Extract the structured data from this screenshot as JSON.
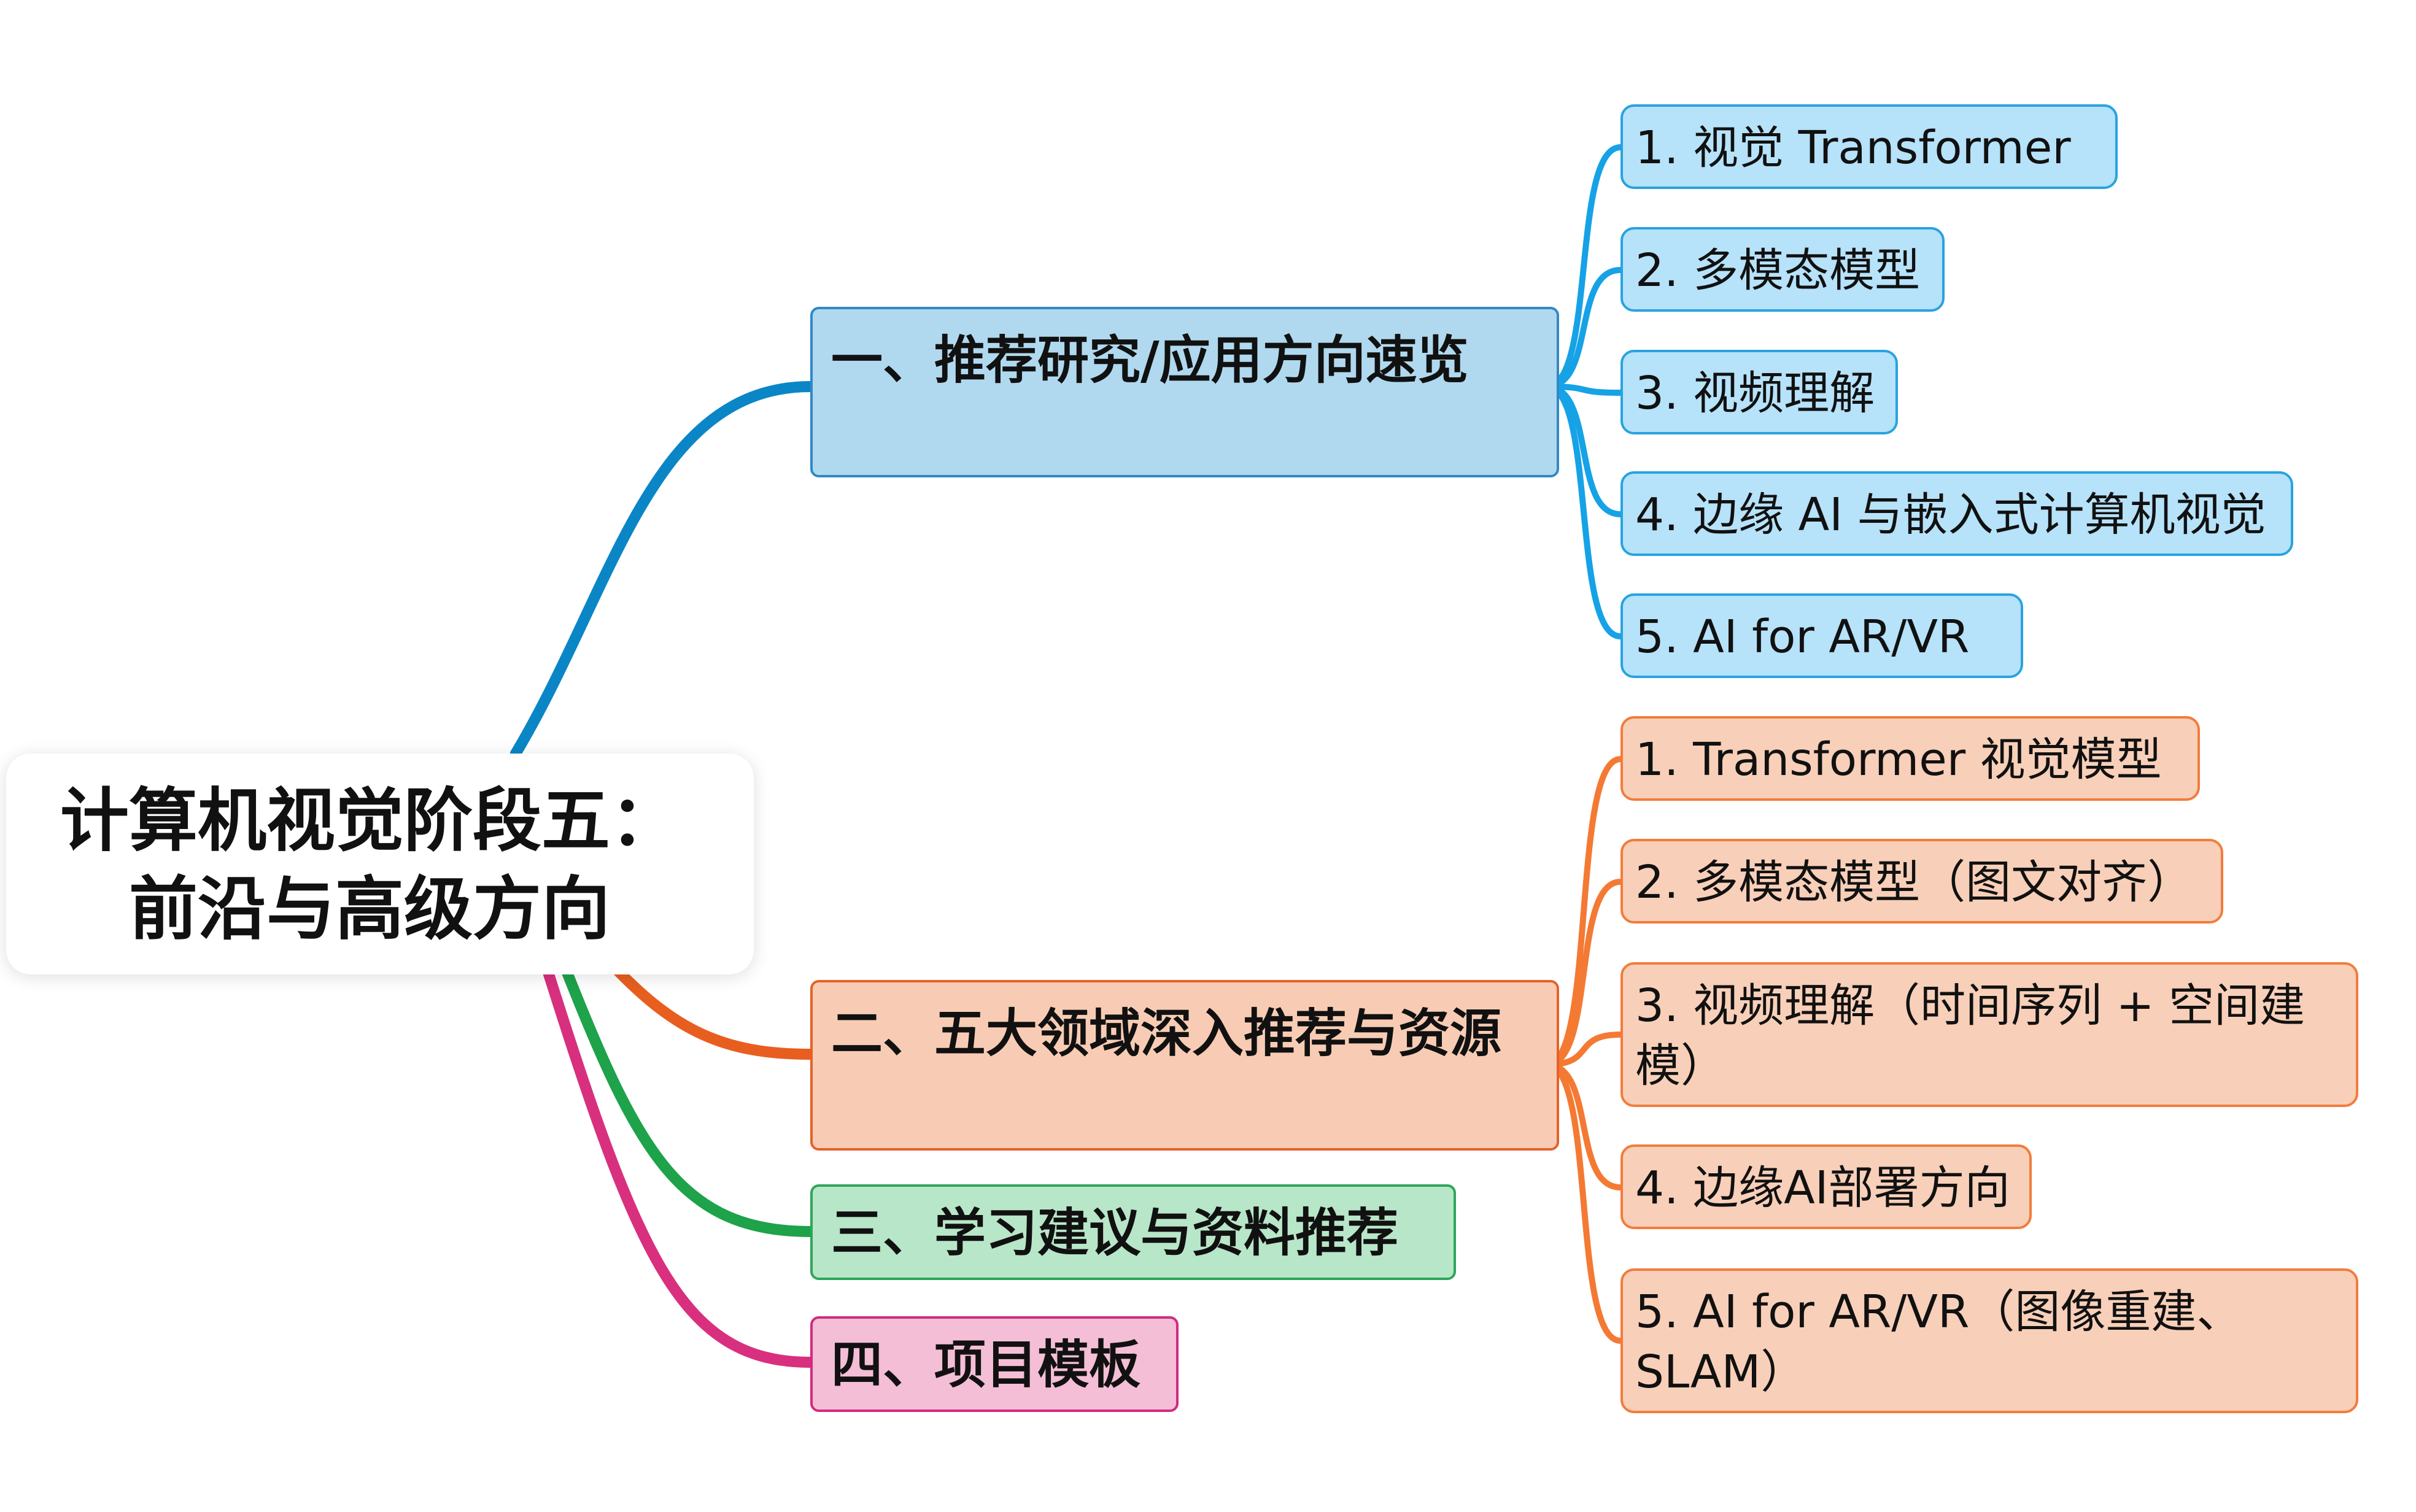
{
  "root": {
    "line1": "计算机视觉阶段五：",
    "line2": "前沿与高级方向"
  },
  "colors": {
    "blue": "#0a86c7",
    "light_blue": "#16a2e6",
    "orange": "#e85e1f",
    "light_orange": "#f47a34",
    "green": "#1ea24a",
    "pink": "#d8307e"
  },
  "branches": [
    {
      "label": "一、推荐研究/应用方向速览",
      "color": "blue",
      "children": [
        "1. 视觉 Transformer",
        "2. 多模态模型",
        "3. 视频理解",
        "4. 边缘 AI 与嵌入式计算机视觉",
        "5. AI for AR/VR"
      ]
    },
    {
      "label": "二、五大领域深入推荐与资源",
      "color": "orange",
      "children": [
        "1. Transformer 视觉模型",
        "2. 多模态模型（图文对齐）",
        "3. 视频理解（时间序列 + 空间建模）",
        "4. 边缘AI部署方向",
        "5. AI for AR/VR（图像重建、SLAM）"
      ]
    },
    {
      "label": "三、学习建议与资料推荐",
      "color": "green",
      "children": []
    },
    {
      "label": "四、项目模板",
      "color": "pink",
      "children": []
    }
  ]
}
